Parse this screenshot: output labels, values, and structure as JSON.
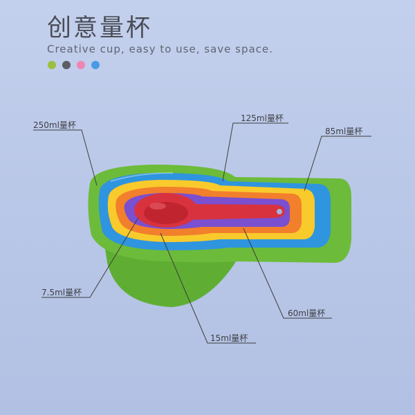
{
  "header": {
    "title": "创意量杯",
    "subtitle": "Creative cup, easy to use, save space."
  },
  "color_dots": [
    {
      "name": "green",
      "color": "#9bc03e"
    },
    {
      "name": "gray",
      "color": "#5c5c61"
    },
    {
      "name": "pink",
      "color": "#ee86b4"
    },
    {
      "name": "blue",
      "color": "#4a9ae6"
    }
  ],
  "cup_labels": {
    "cup_250": "250ml量杯",
    "cup_125": "125ml量杯",
    "cup_85": "85ml量杯",
    "cup_60": "60ml量杯",
    "cup_15": "15ml量杯",
    "cup_7_5": "7.5ml量杯"
  },
  "colors": {
    "green": "#6dbb3a",
    "blue": "#2f95de",
    "yellow": "#f9ca2c",
    "orange": "#f27f2c",
    "purple": "#7a4fd0",
    "red": "#d8323e",
    "leader_line": "#3c3c3c"
  }
}
